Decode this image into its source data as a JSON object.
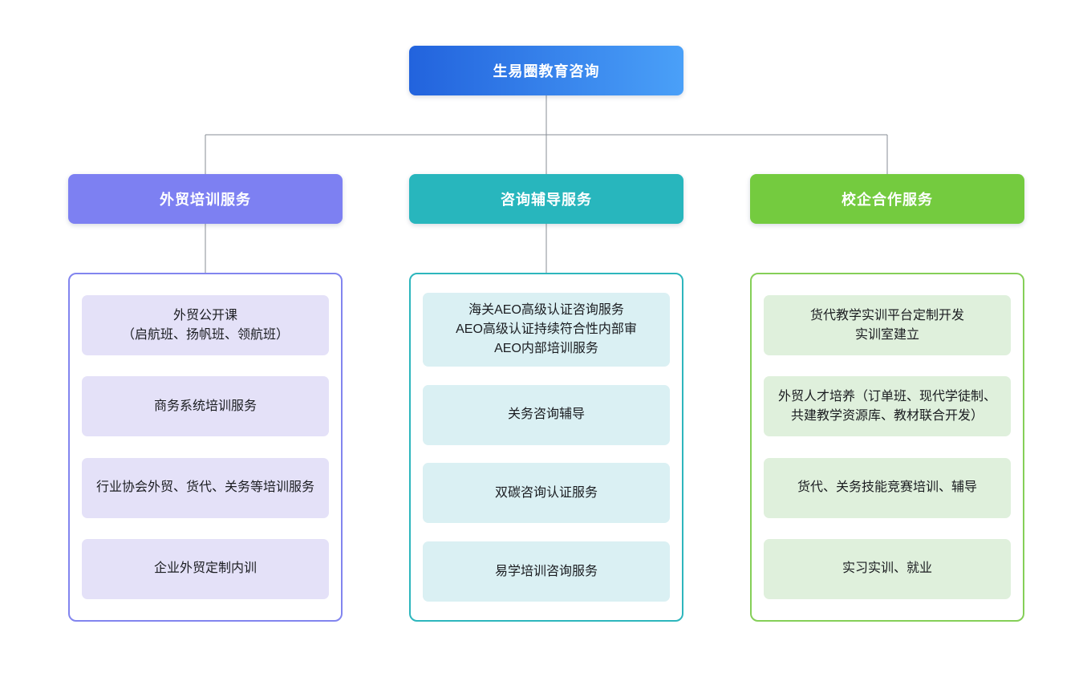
{
  "root": {
    "label": "生易圈教育咨询"
  },
  "branches": [
    {
      "label": "外贸培训服务",
      "items": [
        "外贸公开课\n（启航班、扬帆班、领航班）",
        "商务系统培训服务",
        "行业协会外贸、货代、关务等培训服务",
        "企业外贸定制内训"
      ]
    },
    {
      "label": "咨询辅导服务",
      "items": [
        "海关AEO高级认证咨询服务\nAEO高级认证持续符合性内部审\nAEO内部培训服务",
        "关务咨询辅导",
        "双碳咨询认证服务",
        "易学培训咨询服务"
      ]
    },
    {
      "label": "校企合作服务",
      "items": [
        "货代教学实训平台定制开发\n实训室建立",
        "外贸人才培养（订单班、现代学徒制、共建教学资源库、教材联合开发）",
        "货代、关务技能竞赛培训、辅导",
        "实习实训、就业"
      ]
    }
  ],
  "colors": {
    "root_gradient_start": "#2263dd",
    "root_gradient_end": "#4aa0f8",
    "branch_trade_training": "#7d80f2",
    "branch_consulting": "#28b6bd",
    "branch_school_enterprise": "#74cb3f",
    "leaf_bg_trade_training": "#e4e1f8",
    "leaf_bg_consulting": "#daf0f3",
    "leaf_bg_school_enterprise": "#dff0dc",
    "connector": "#878e96"
  }
}
